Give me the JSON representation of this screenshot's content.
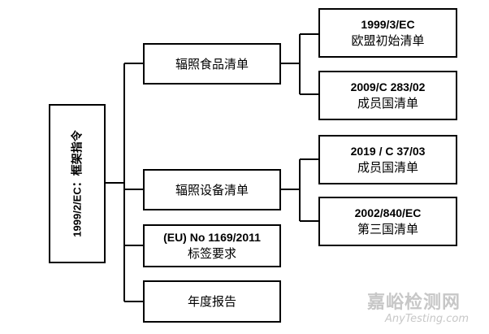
{
  "root": {
    "code": "1999/2/EC",
    "sep": "：",
    "text": "框架指令"
  },
  "nodes": {
    "food_list": "辐照食品清单",
    "eu_initial": {
      "code": "1999/3/EC",
      "text": "欧盟初始清单"
    },
    "member_1": {
      "code": "2009/C 283/02",
      "text": "成员国清单"
    },
    "facility_list": "辐照设备清单",
    "member_2": {
      "code": "2019 / C 37/03",
      "text": "成员国清单"
    },
    "third_country": {
      "code": "2002/840/EC",
      "text": "第三国清单"
    },
    "labeling": {
      "code": "(EU) No 1169/2011",
      "text": "标签要求"
    },
    "annual_report": "年度报告"
  },
  "watermark": {
    "cn": "嘉峪检测网",
    "en": "AnyTesting.com"
  }
}
